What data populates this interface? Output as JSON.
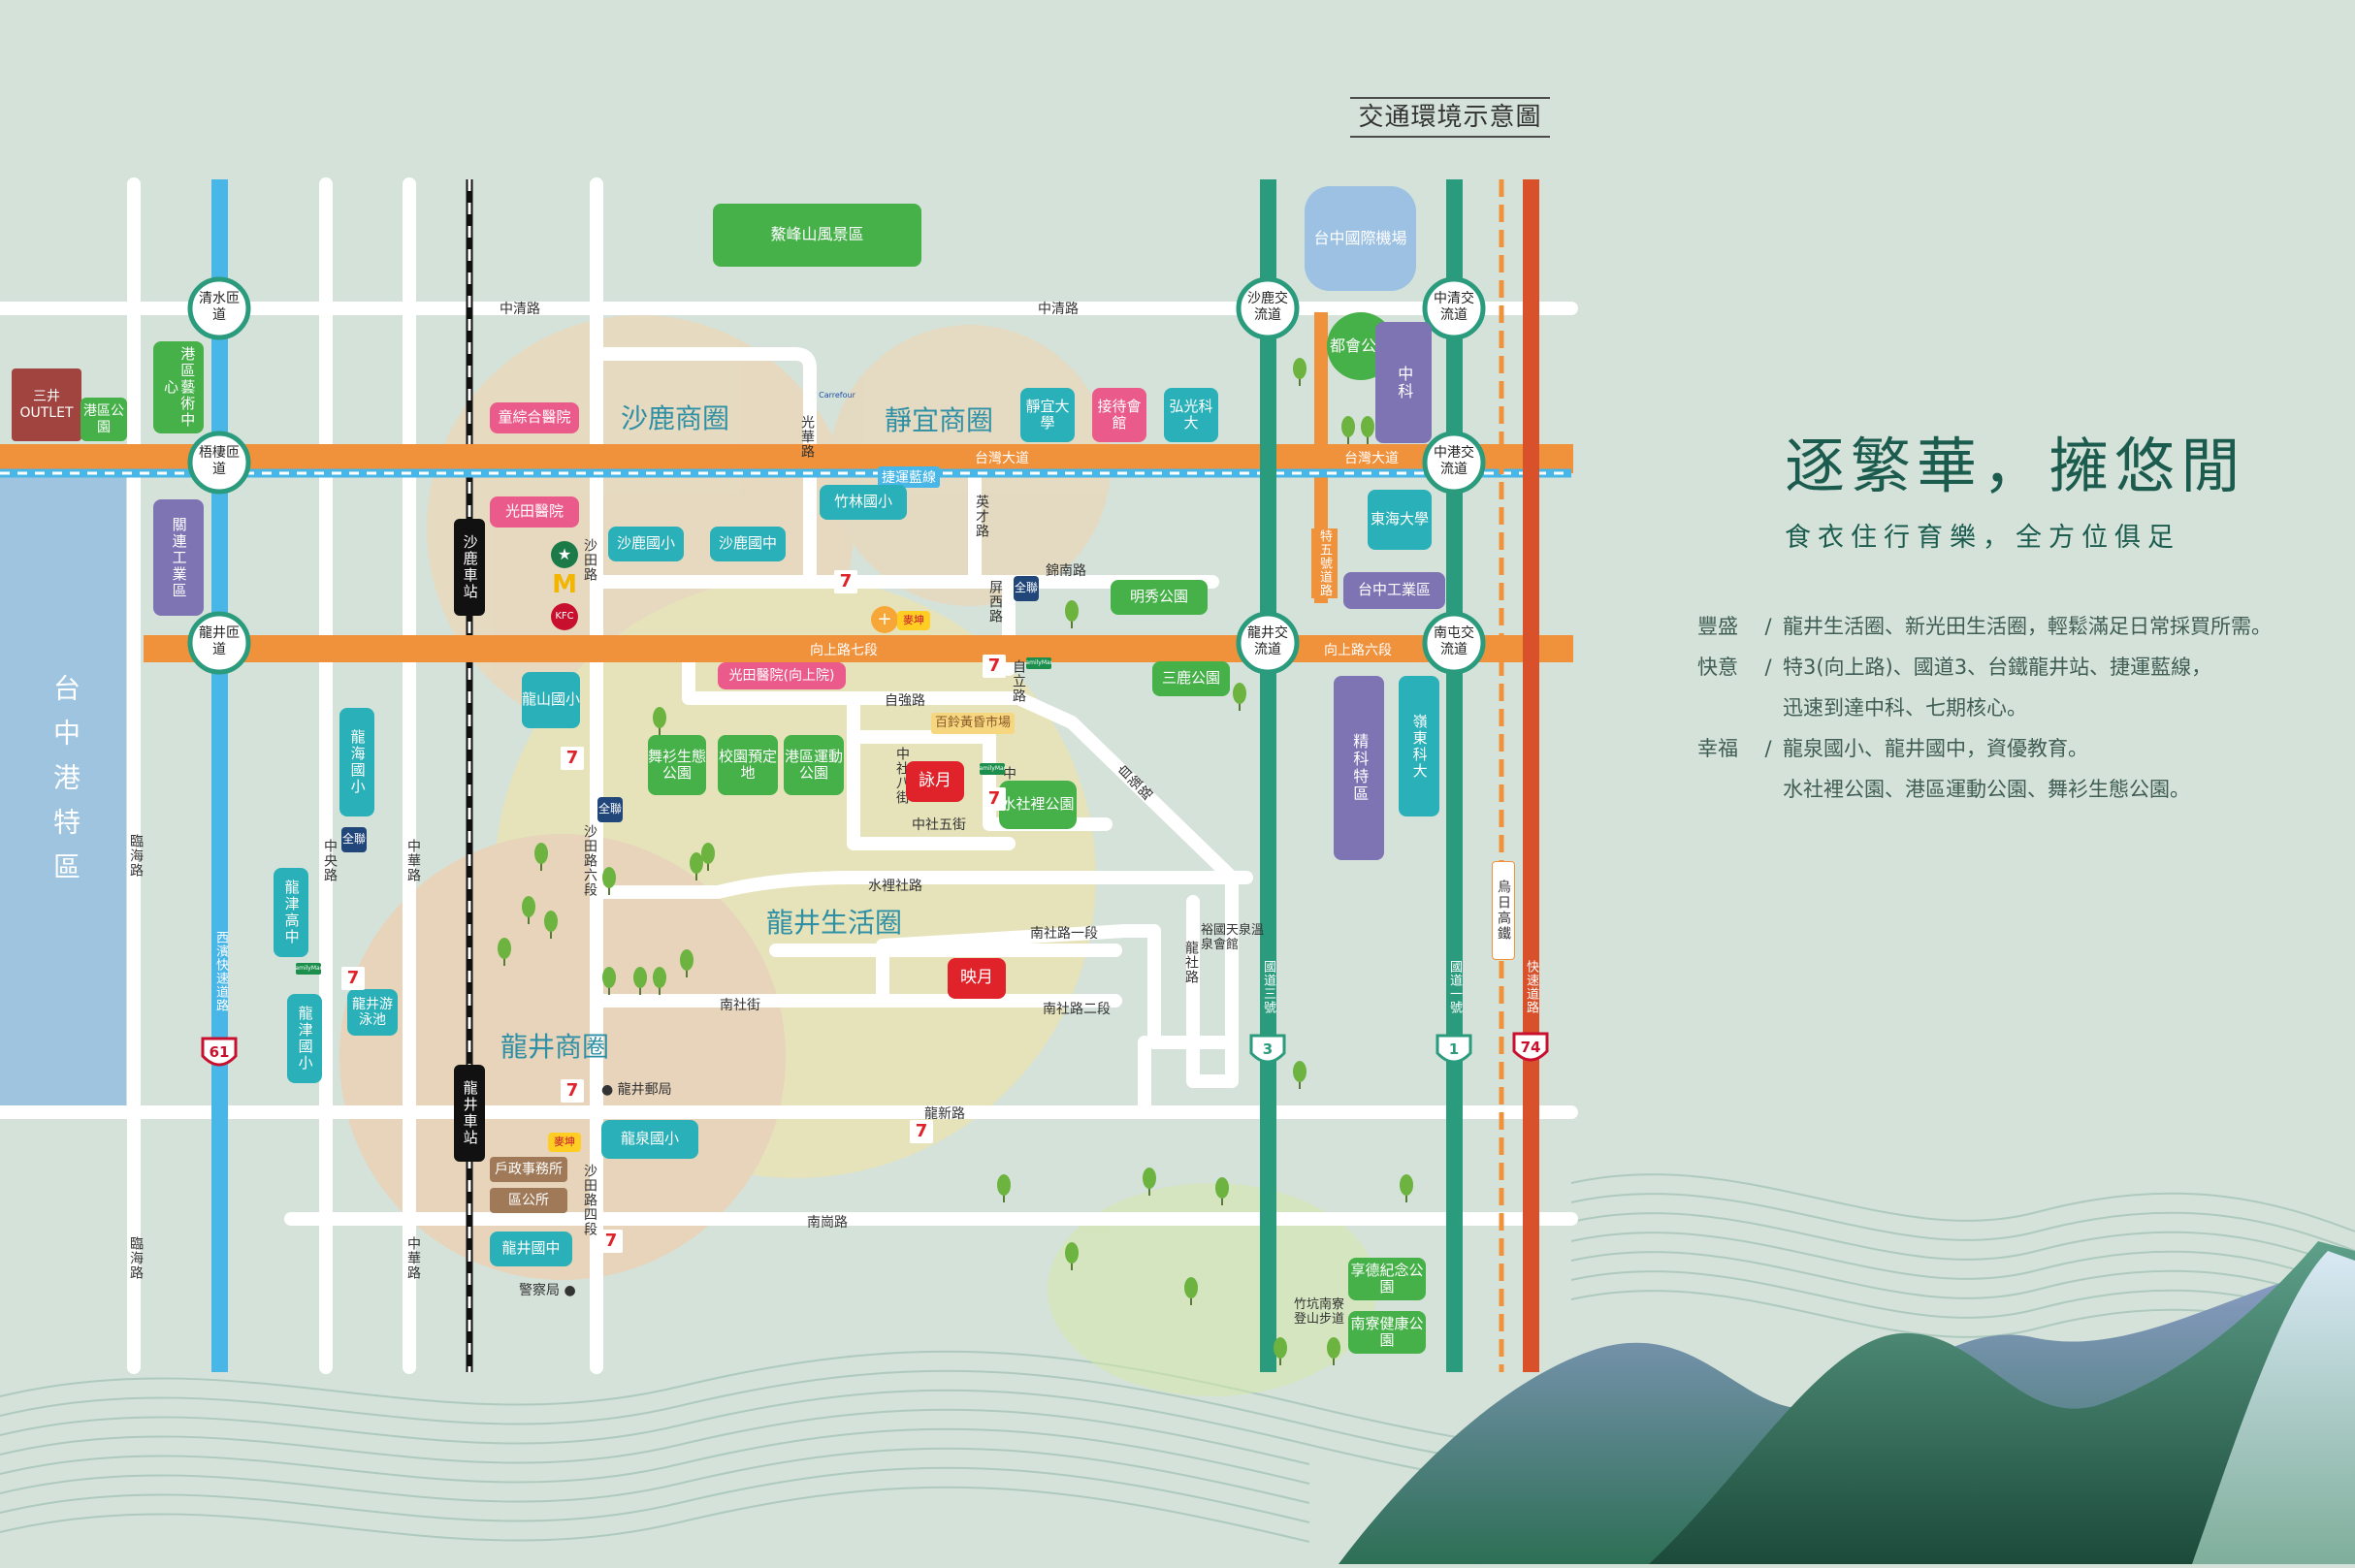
{
  "map_title": "交通環境示意圖",
  "headline": "逐繁華，擁悠閒",
  "subheadline": "食衣住行育樂，全方位俱足",
  "features": [
    {
      "key": "豐盛",
      "lines": [
        "龍井生活圈、新光田生活圈，輕鬆滿足日常採買所需。"
      ]
    },
    {
      "key": "快意",
      "lines": [
        "特3(向上路)、國道3、台鐵龍井站、捷運藍線，",
        "迅速到達中科、七期核心。"
      ]
    },
    {
      "key": "幸福",
      "lines": [
        "龍泉國小、龍井國中，資優教育。",
        "水社裡公園、港區運動公園、舞衫生態公園。"
      ]
    }
  ],
  "roads_h": {
    "zhongqing": "中清路",
    "taiwan_blvd": "台灣大道",
    "mrt_blue": "捷運藍線",
    "xiangshang_7": "向上路七段",
    "xiangshang_6": "向上路六段",
    "zhiqiang": "自強路",
    "shuiliushe": "水裡社路",
    "nanshe_1": "南社路一段",
    "nanshe_2": "南社路二段",
    "nanshe_st": "南社街",
    "longxin": "龍新路",
    "nangang": "南崗路",
    "jinnan": "錦南路",
    "zhongshe_5": "中社五街"
  },
  "roads_v": {
    "linhai": "臨海路",
    "xibin": "西濱快速道路",
    "zhongyang": "中央路",
    "zhonghua": "中華路",
    "shatian": "沙田路",
    "shatian_6": "沙田路六段",
    "shatian_4": "沙田路四段",
    "guanghua": "光華路",
    "yingcai": "英才路",
    "pingxi": "屏西路",
    "ziliroad": "自立路",
    "zhongshe_8": "中社八街",
    "zhongshe_9": "中社九街",
    "longshe": "龍社路",
    "national3": "國道三號",
    "national1": "國道一號",
    "te5": "特五號道路",
    "wuri": "烏日高鐵",
    "fast74": "快速道路",
    "ziqiang_diag": "自強路"
  },
  "interchanges": [
    "清水匝道",
    "梧棲匝道",
    "龍井匝道",
    "沙鹿交流道",
    "中清交流道",
    "中港交流道",
    "龍井交流道",
    "南屯交流道"
  ],
  "stations": [
    "沙鹿車站",
    "龍井車站"
  ],
  "districts": {
    "shalu": "沙鹿商圈",
    "jingyi": "靜宜商圈",
    "longjing_life": "龍井生活圈",
    "longjing_biz": "龍井商圈",
    "taichung_port": "台中港特區"
  },
  "labels": {
    "airport": "台中國際機場",
    "outlet": "三井OUTLET",
    "port_park": "港區公園",
    "port_art": "港區藝術中心",
    "guanlian": "關連工業區",
    "scenic": "鰲峰山風景區",
    "tongzong": "童綜合醫院",
    "guangtian": "光田醫院",
    "guangtian2": "光田醫院(向上院)",
    "shalu_e": "沙鹿國小",
    "shalu_j": "沙鹿國中",
    "zhulin": "竹林國小",
    "providence": "靜宜大學",
    "jiedai": "接待會館",
    "hk": "弘光科大",
    "metro_park": "都會公園",
    "ctsp": "中科",
    "donghai": "東海大學",
    "tc_ind": "台中工業區",
    "mingxiu": "明秀公園",
    "sanlu": "三鹿公園",
    "precision": "精科特區",
    "lingdong": "嶺東科大",
    "longshan": "龍山國小",
    "wushan": "舞衫生態公園",
    "school_reserve": "校園預定地",
    "port_sport": "港區運動公園",
    "market": "百鈴黃昏市場",
    "yongyue": "詠月",
    "yingyue": "映月",
    "shuishe_park": "水社裡公園",
    "longhai": "龍海國小",
    "longjin_hs": "龍津高中",
    "longjin_e": "龍津國小",
    "pool": "龍井游泳池",
    "post": "龍井郵局",
    "hot_spring": "裕國天泉溫泉會館",
    "longquan": "龍泉國小",
    "household": "戶政事務所",
    "district_office": "區公所",
    "longjing_jh": "龍井國中",
    "police": "警察局",
    "hengde": "享德紀念公園",
    "zhukeng": "竹坑南寮登山步道",
    "nanliao": "南寮健康公園"
  },
  "brands": {
    "carrefour": "Carrefour",
    "seven": "7",
    "familymart": "FamilyMart",
    "quanlian": "全聯",
    "kfc": "KFC",
    "mcd": "M",
    "starbucks": "★"
  },
  "route_shields": {
    "r61": "61",
    "r3": "3",
    "r1": "1",
    "r74": "74"
  },
  "colors": {
    "background": "#d5e2d9",
    "orange": "#f0913c",
    "blue_road": "#48b6e6",
    "green_road": "#2a9b7c",
    "teal_label": "#2ab0b8",
    "green_label": "#46b149",
    "purple": "#7e74b4",
    "pink": "#ea5b8b",
    "brown": "#a07a58",
    "red_hot": "#e0232a",
    "sea": "#9fc4e0"
  }
}
